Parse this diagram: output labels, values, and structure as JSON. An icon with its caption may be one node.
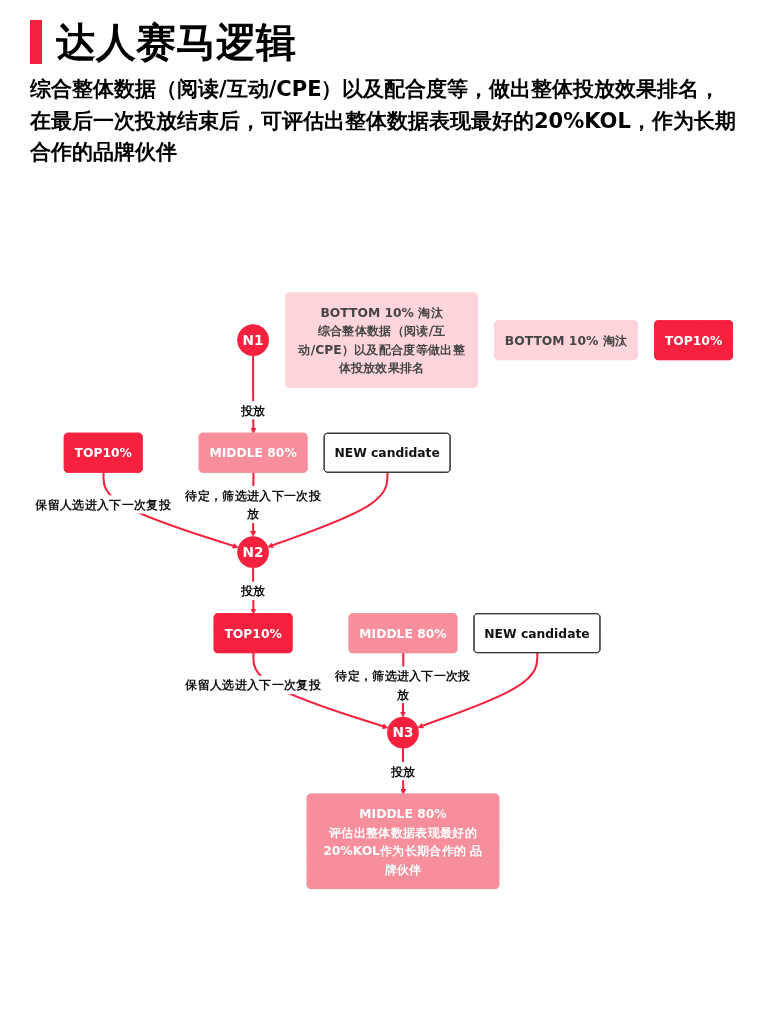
{
  "diagram": {
    "title": "达人赛马逻辑",
    "nodes": [
      {
        "text": [
          "N1"
        ]
      },
      {
        "text": [
          "TOP10%"
        ]
      },
      {
        "text": [
          "MIDDLE 80%"
        ]
      },
      {
        "text": [
          "BOTTOM 10% 淘汰",
          "综合整体数据（阅读/互动/CPE）以及配合度等做出整体投放效果排名"
        ]
      },
      {
        "text": [
          "NEW candidate"
        ]
      },
      {
        "text": [
          "N2"
        ]
      },
      {
        "text": [
          "TOP10%"
        ]
      },
      {
        "text": [
          "MIDDLE 80%"
        ]
      },
      {
        "text": [
          "BOTTOM 10% 淘汰"
        ]
      },
      {
        "text": [
          "N3"
        ]
      },
      {
        "text": [
          "NEW candidate"
        ]
      },
      {
        "text": [
          "TOP10%"
        ]
      },
      {
        "text": [
          "MIDDLE 80%",
          "评估出整体数据表现最好的20%KOL作为长期合作的 品牌伙伴"
        ]
      }
    ],
    "edges": [
      {
        "from": 0,
        "to": 2,
        "arrow": "to",
        "label": "投放"
      },
      {
        "from": 1,
        "to": 5,
        "arrow": "to",
        "label": "保留人选进入下一次复投"
      },
      {
        "from": 2,
        "to": 5,
        "arrow": "to",
        "label": "待定，筛选进入下一次投放"
      },
      {
        "from": 4,
        "to": 5,
        "arrow": "to"
      },
      {
        "from": 5,
        "to": 6,
        "arrow": "to",
        "label": "投放"
      },
      {
        "from": 6,
        "to": 9,
        "arrow": "to",
        "label": "保留人选进入下一次复投"
      },
      {
        "from": 7,
        "to": 9,
        "arrow": "to",
        "label": "待定，筛选进入下一次投放"
      },
      {
        "from": 10,
        "to": 9,
        "arrow": "to"
      },
      {
        "from": 9,
        "to": 12,
        "arrow": "to",
        "label": "投放"
      }
    ],
    "labels": [
      "综合整体数据（阅读/互动/CPE）以及配合度等，做出整体投放效果排名，在最后一次投放结束后，可评估出整体数据表现最好的20%KOL，作为长期合作的品牌伙伴"
    ]
  }
}
